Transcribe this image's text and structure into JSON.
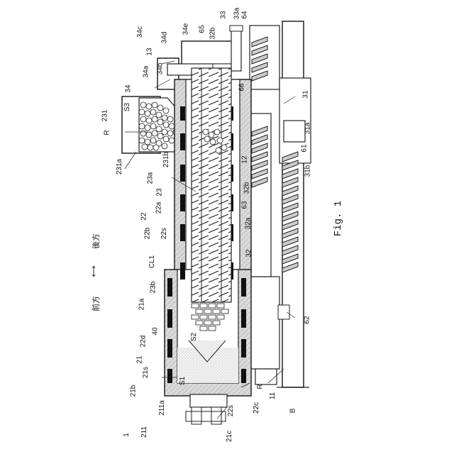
{
  "figure": {
    "caption": "Fig. 1",
    "direction": {
      "front": "前方",
      "back": "後方",
      "arrow": "⟷"
    },
    "labels": {
      "l_1": "1",
      "l_11": "11",
      "l_12": "12",
      "l_13": "13",
      "l_21": "21",
      "l_21a": "21a",
      "l_21b": "21b",
      "l_21s": "21s",
      "l_211": "211",
      "l_211a": "211a",
      "l_21c": "21c",
      "l_22": "22",
      "l_22a": "22a",
      "l_22b": "22b",
      "l_22c": "22c",
      "l_22d": "22d",
      "l_22s_top": "22s",
      "l_22s_bot": "22s",
      "l_23": "23",
      "l_23a": "23a",
      "l_23b": "23b",
      "l_231": "231",
      "l_231a": "231a",
      "l_231b": "231b",
      "l_31": "31",
      "l_31a": "31a",
      "l_31b": "31b",
      "l_32": "32",
      "l_32a": "32a",
      "l_32b_top": "32b",
      "l_32b_mid": "32b",
      "l_33": "33",
      "l_33a": "33a",
      "l_34": "34",
      "l_34a": "34a",
      "l_34b": "34b",
      "l_34c": "34c",
      "l_34d": "34d",
      "l_34e": "34e",
      "l_40": "40",
      "l_61": "61",
      "l_62": "62",
      "l_63": "63",
      "l_64": "64",
      "l_65": "65",
      "l_66": "66",
      "l_B": "B",
      "l_CL1": "CL1",
      "l_R_top": "R",
      "l_R_bot": "R",
      "l_S1": "S1",
      "l_S2": "S2",
      "l_S3": "S3"
    }
  }
}
